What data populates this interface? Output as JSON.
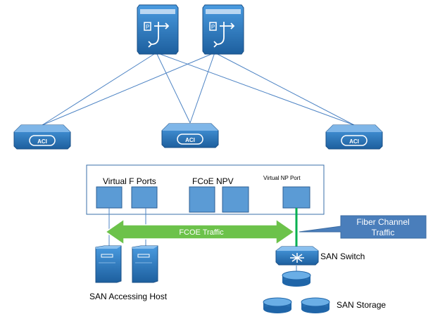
{
  "labels": {
    "virtual_f_ports": "Virtual F Ports",
    "fcoe_npv": "FCoE NPV",
    "virtual_np_port": "Virtual NP Port",
    "fcoe_traffic": "FCOE Traffic",
    "fiber_channel_line1": "Fiber Channel",
    "fiber_channel_line2": "Traffic",
    "san_switch": "SAN Switch",
    "san_accessing_host": "SAN Accessing Host",
    "san_storage": "SAN Storage"
  },
  "icons": {
    "spine_switch": "aci-spine-switch-icon",
    "leaf_switch": "aci-leaf-switch-icon",
    "san_switch": "san-switch-icon",
    "server": "server-icon",
    "storage": "storage-disk-icon"
  },
  "colors": {
    "device_blue": "#2f7fc4",
    "port_blue": "#5b9bd5",
    "link_line": "#4e84c4",
    "arrow_green": "#6cc24a",
    "fc_link_green": "#00b050",
    "callout_blue": "#4a7ebb"
  }
}
